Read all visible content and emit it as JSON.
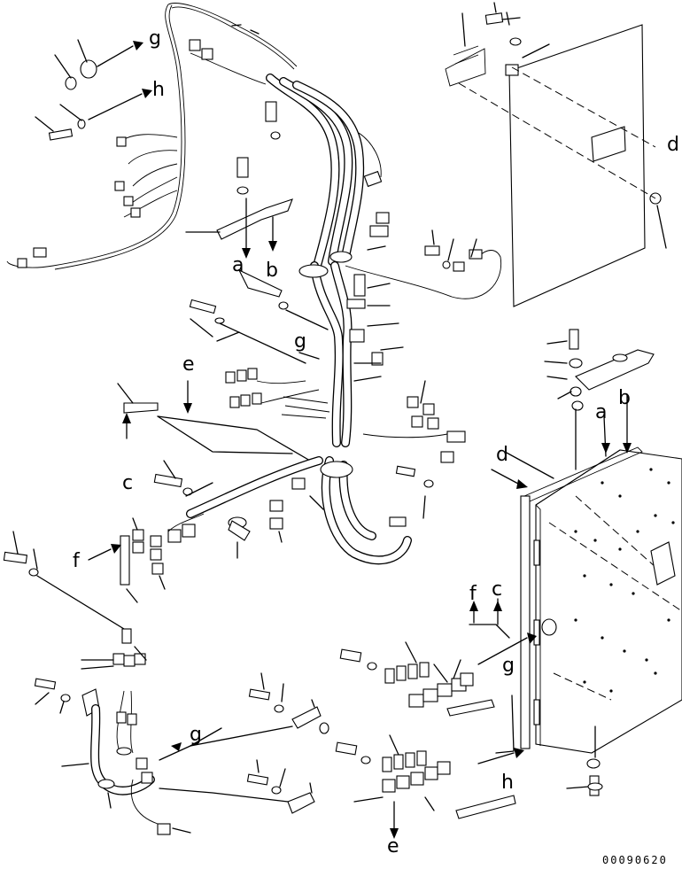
{
  "diagram": {
    "labels": {
      "a1": "a",
      "a2": "a",
      "b1": "b",
      "b2": "b",
      "c1": "c",
      "c2": "c",
      "d1": "d",
      "d2": "d",
      "e1": "e",
      "e2": "e",
      "f1": "f",
      "f2": "f",
      "g1": "g",
      "g2": "g",
      "g3": "g",
      "g4": "g",
      "h1": "h",
      "h2": "h"
    },
    "drawing_code": "00090620"
  }
}
